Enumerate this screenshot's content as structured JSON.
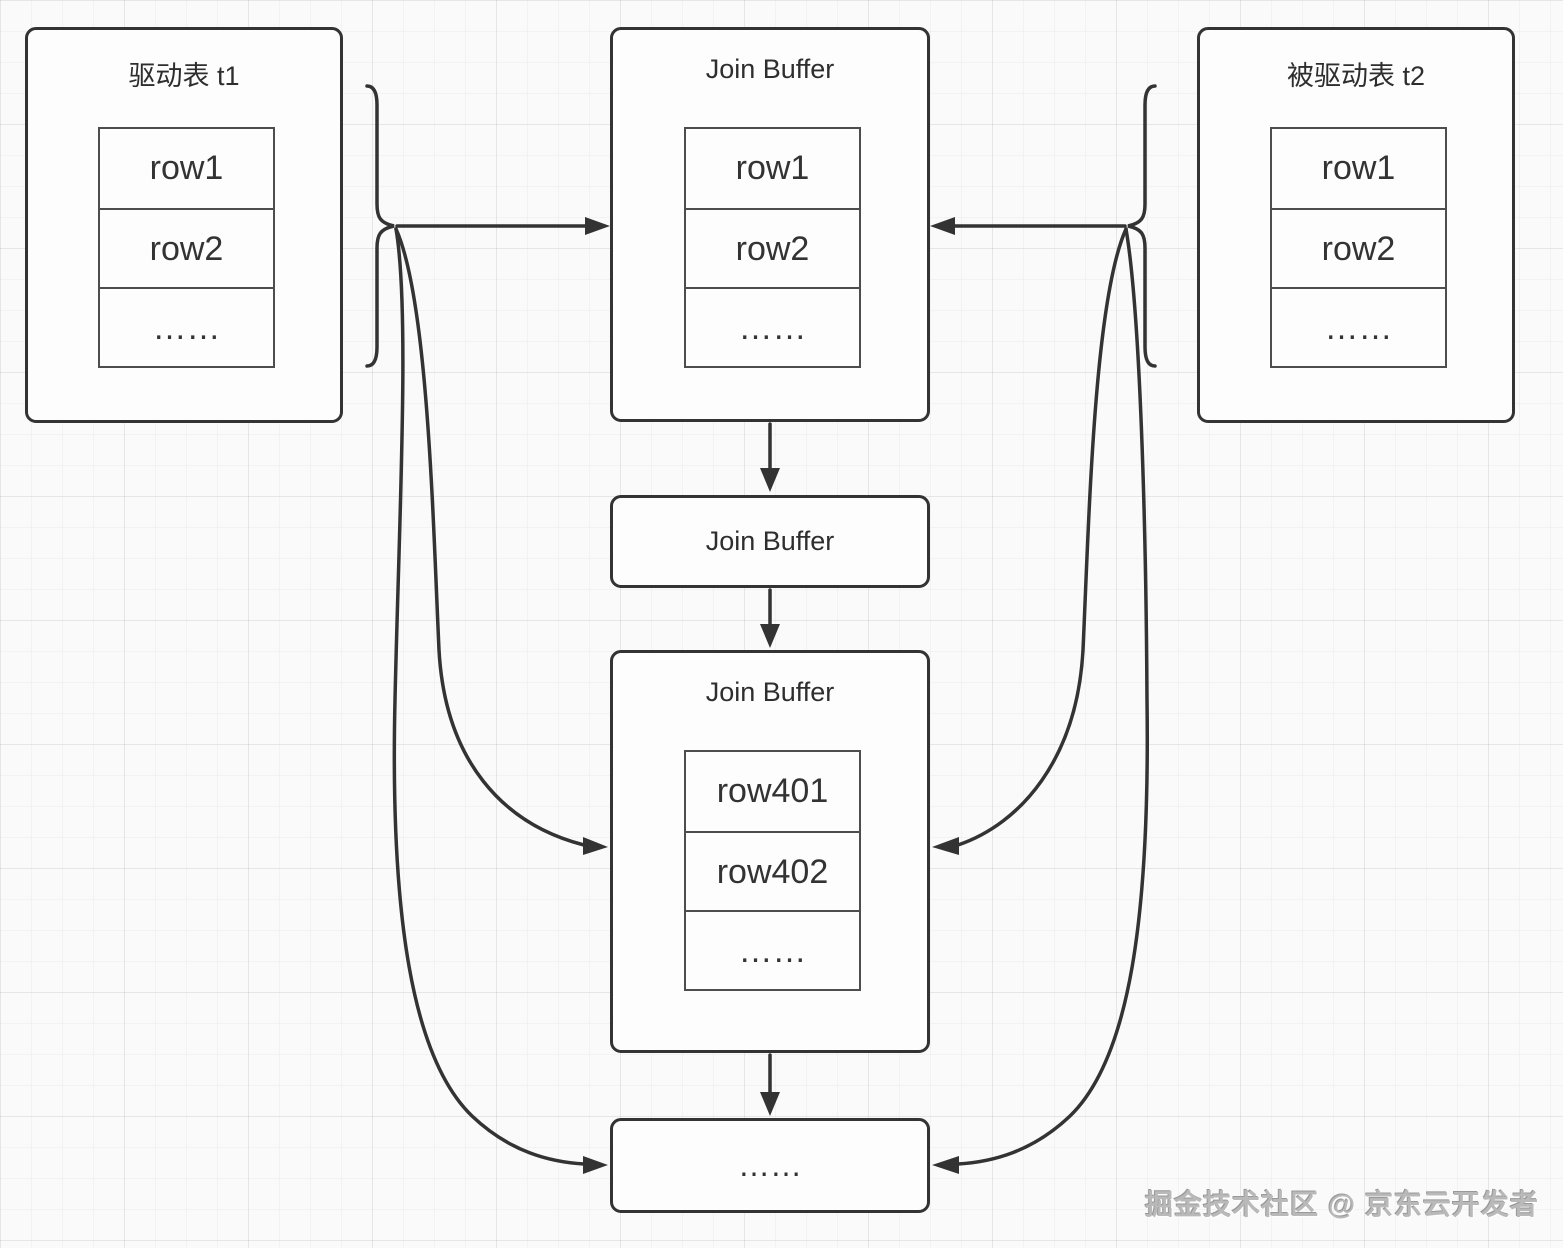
{
  "boxes": {
    "t1": {
      "title": "驱动表 t1",
      "rows": [
        "row1",
        "row2",
        "……"
      ]
    },
    "join_buffer_top": {
      "title": "Join Buffer",
      "rows": [
        "row1",
        "row2",
        "……"
      ]
    },
    "t2": {
      "title": "被驱动表 t2",
      "rows": [
        "row1",
        "row2",
        "……"
      ]
    },
    "join_buffer_small": {
      "title": "Join Buffer"
    },
    "join_buffer_bottom": {
      "title": "Join Buffer",
      "rows": [
        "row401",
        "row402",
        "……"
      ]
    },
    "result": {
      "label": "……"
    }
  },
  "watermark": "掘金技术社区 @ 京东云开发者",
  "colors": {
    "line": "#333333",
    "box_fill": "#fdfdfd",
    "background": "#fafafa",
    "watermark": "#b9b9b9"
  }
}
